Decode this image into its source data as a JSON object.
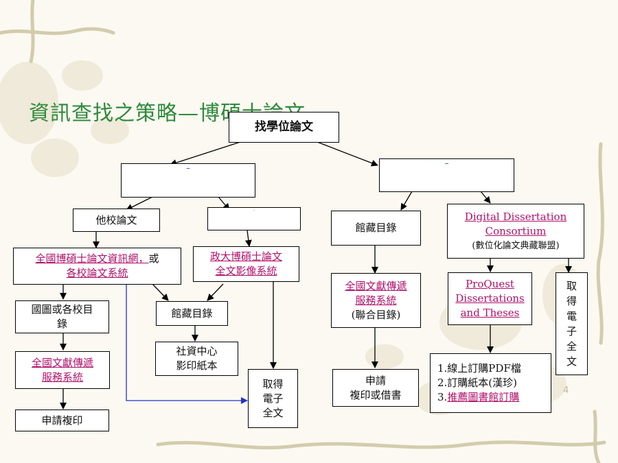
{
  "slide": {
    "title": "資訊查找之策略—博碩士論文",
    "page_number": "4"
  },
  "root": {
    "label": "找學位論文"
  },
  "left_branch": {
    "label": "–"
  },
  "right_branch": {
    "label": "–"
  },
  "other_school": {
    "label": "他校論文"
  },
  "nccu_box": {
    "label": "–"
  },
  "national_network": {
    "line1": "全國博碩士論文資訊網，",
    "line1_tail": "或",
    "line2": "各校論文系統"
  },
  "nccu_fulltext": {
    "line1": "政大博碩士論文",
    "line2": "全文影像系統"
  },
  "ncl_catalog": {
    "line1": "國圖或各校目",
    "line2": "錄"
  },
  "left_catalog": {
    "label": "館藏目錄"
  },
  "left_delivery": {
    "line1": "全國文獻傳遞",
    "line2": "服務系統"
  },
  "copy_center": {
    "line1": "社資中心",
    "line2": "影印紙本"
  },
  "apply_copy": {
    "label": "申請複印"
  },
  "left_fulltext": {
    "line1": "取得",
    "line2": "電子",
    "line3": "全文"
  },
  "right_catalog": {
    "label": "館藏目錄"
  },
  "right_delivery": {
    "line1": "全國文獻傳遞",
    "line2": "服務系統",
    "line3": "(聯合目錄)"
  },
  "apply_borrow": {
    "line1": "申請",
    "line2": "複印或借書"
  },
  "ddc": {
    "line1": "Digital Dissertation",
    "line2": "Consortium",
    "line3": "(數位化論文典藏聯盟)"
  },
  "proquest": {
    "line1": "ProQuest",
    "line2": "Dissertations",
    "line3": "and Theses"
  },
  "right_fulltext": {
    "chars": [
      "取",
      "得",
      "電",
      "子",
      "全",
      "文"
    ]
  },
  "purchase": {
    "item1": "1.線上訂購PDF檔",
    "item2": "2.訂購紙本(漢珍)",
    "item3_prefix": "3.",
    "item3_link": "推薦圖書館訂購"
  },
  "colors": {
    "title": "#2e8a3c",
    "link": "#b0106a",
    "arrow": "#000000",
    "blue_arrow": "#2233cc",
    "vine": "#b9ae86"
  }
}
